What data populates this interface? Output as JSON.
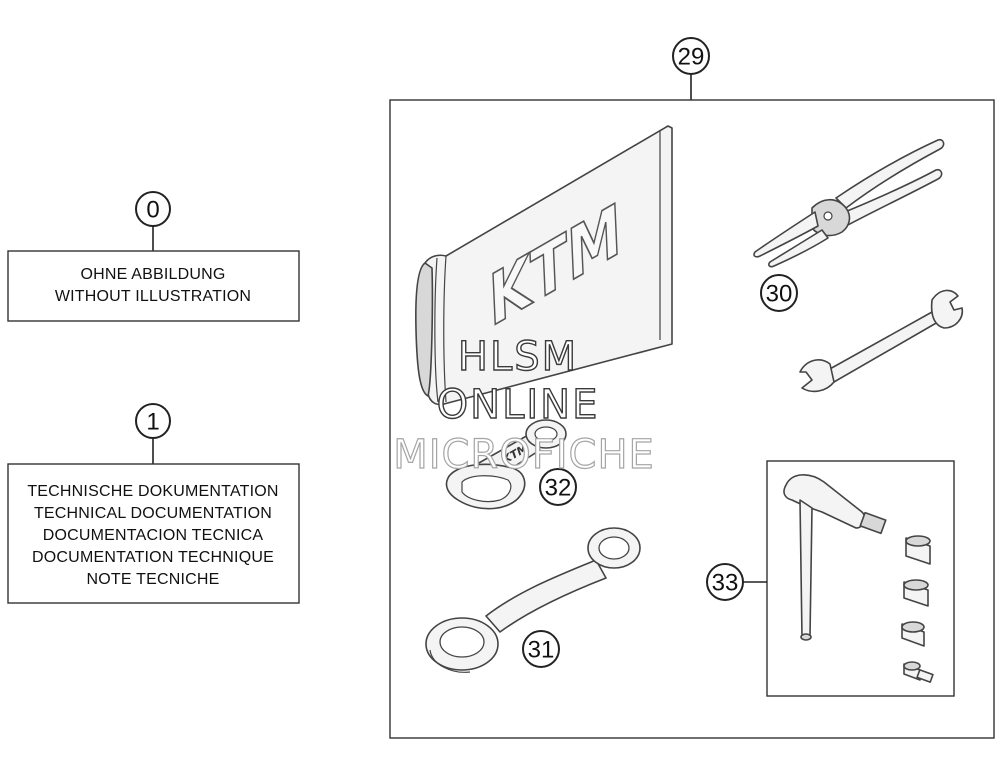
{
  "callouts": {
    "c0": "0",
    "c1": "1",
    "c29": "29",
    "c30": "30",
    "c31": "31",
    "c32": "32",
    "c33": "33"
  },
  "label_no_illustration": [
    "OHNE ABBILDUNG",
    "WITHOUT ILLUSTRATION"
  ],
  "label_documentation": [
    "TECHNISCHE DOKUMENTATION",
    "TECHNICAL DOCUMENTATION",
    "DOCUMENTACION TECNICA",
    "DOCUMENTATION TECHNIQUE",
    "NOTE TECNICHE"
  ],
  "logo_text": "KTM",
  "watermark": [
    "HLSM",
    "ONLINE",
    "MICROFICHE"
  ],
  "icons": [
    "document-pouch-icon",
    "pliers-icon",
    "open-end-wrench-icon",
    "box-end-wrench-icon",
    "hook-spanner-icon",
    "t-handle-hex-key-icon",
    "socket-bit-icon"
  ]
}
